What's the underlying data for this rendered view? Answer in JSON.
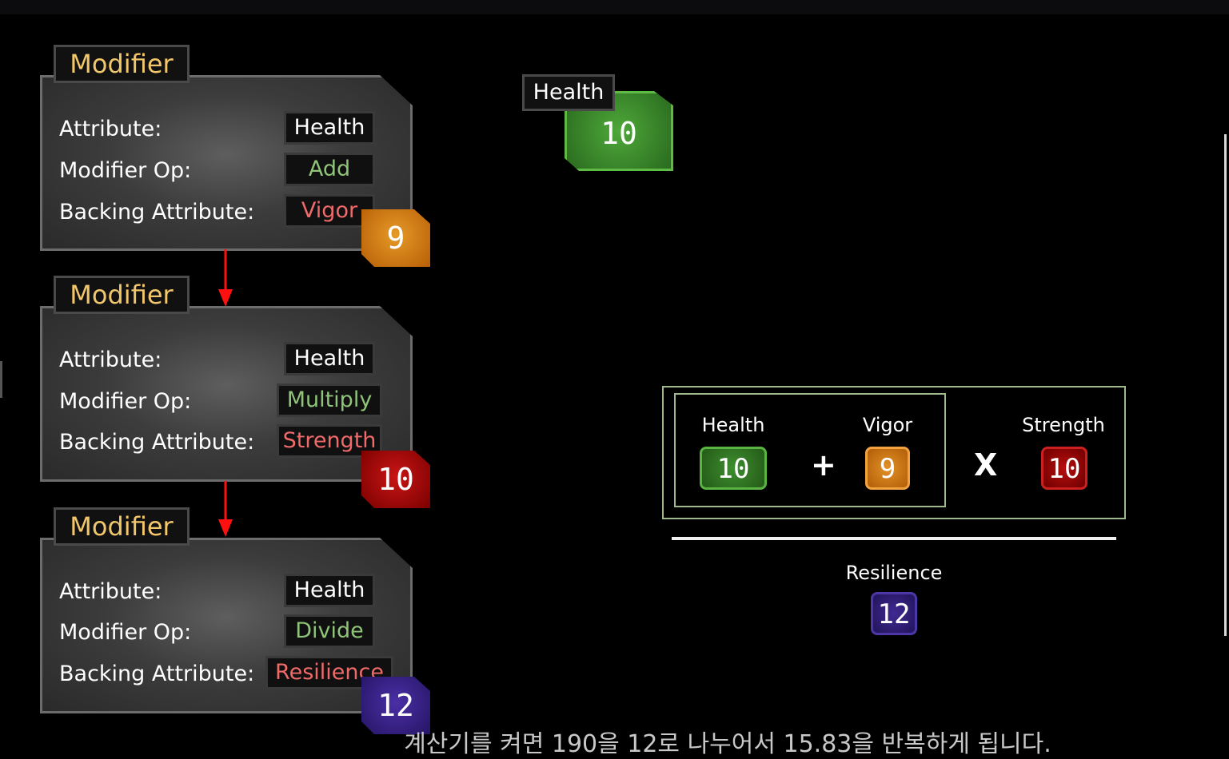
{
  "modifiers": [
    {
      "title": "Modifier",
      "attr_label": "Attribute:",
      "attr_value": "Health",
      "op_label": "Modifier Op:",
      "op_value": "Add",
      "backing_label": "Backing Attribute:",
      "backing_value": "Vigor",
      "badge": "9",
      "badge_color": "#d07a14"
    },
    {
      "title": "Modifier",
      "attr_label": "Attribute:",
      "attr_value": "Health",
      "op_label": "Modifier Op:",
      "op_value": "Multiply",
      "backing_label": "Backing Attribute:",
      "backing_value": "Strength",
      "badge": "10",
      "badge_color": "#a00808"
    },
    {
      "title": "Modifier",
      "attr_label": "Attribute:",
      "attr_value": "Health",
      "op_label": "Modifier Op:",
      "op_value": "Divide",
      "backing_label": "Backing Attribute:",
      "backing_value": "Resilience",
      "badge": "12",
      "badge_color": "#34208a"
    }
  ],
  "health_node": {
    "label": "Health",
    "value": "10",
    "color": "#3c8c2c"
  },
  "formula": {
    "health": {
      "label": "Health",
      "value": "10"
    },
    "plus": "+",
    "vigor": {
      "label": "Vigor",
      "value": "9"
    },
    "times": "X",
    "strength": {
      "label": "Strength",
      "value": "10"
    },
    "resilience": {
      "label": "Resilience",
      "value": "12"
    }
  },
  "subtitle": "계산기를 켜면 190을 12로 나누어서 15.83을 반복하게 됩니다."
}
